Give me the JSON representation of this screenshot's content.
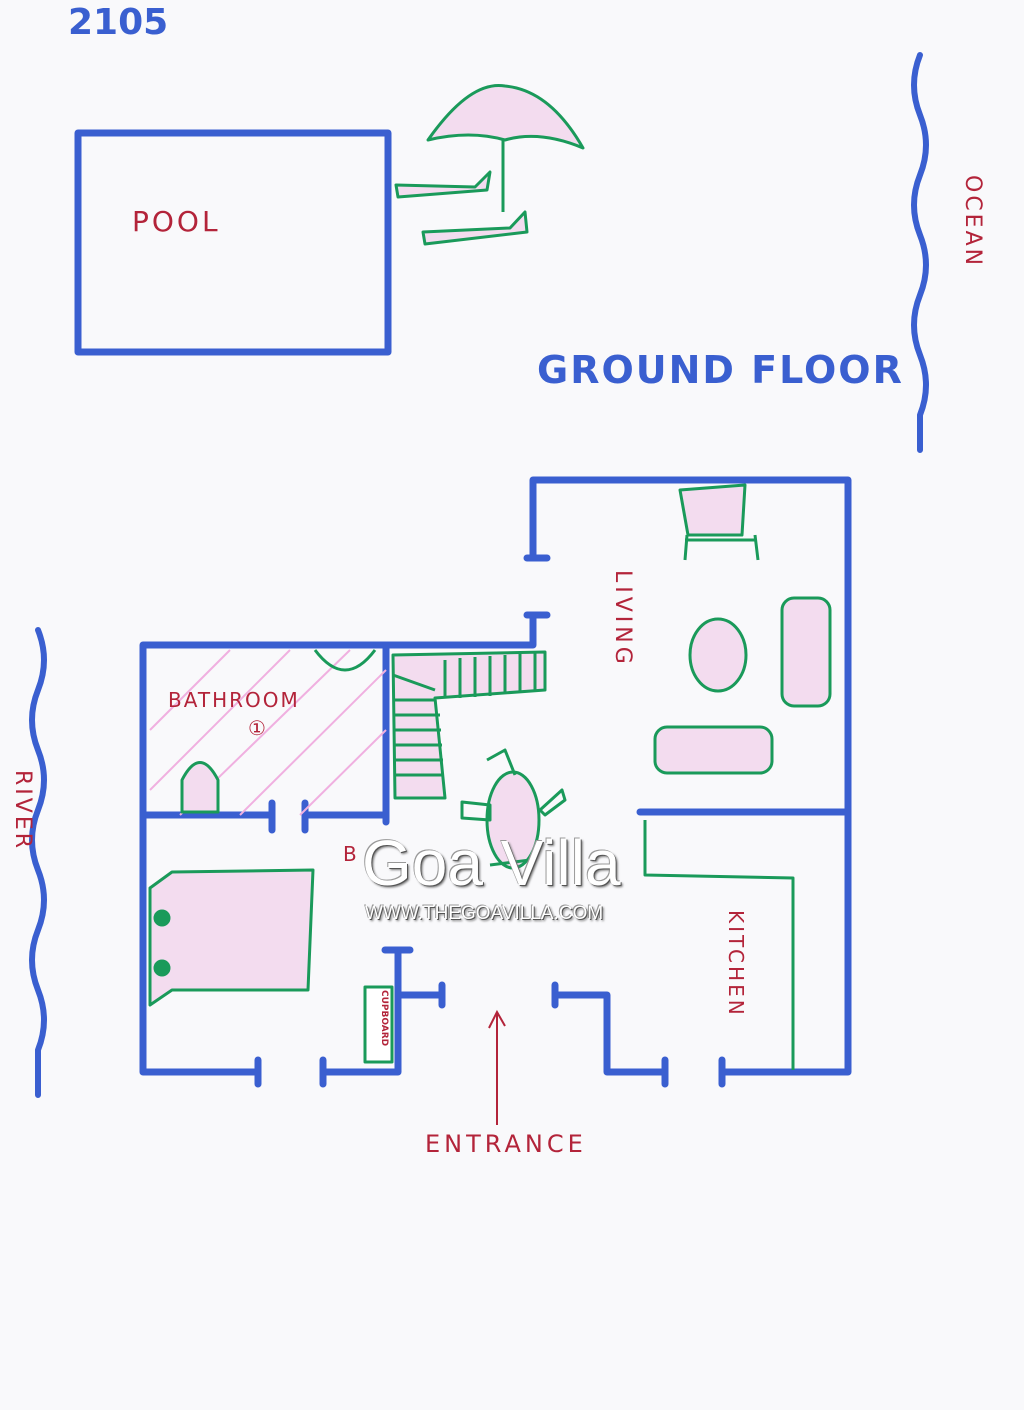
{
  "page_number": "2105",
  "title": "GROUND FLOOR",
  "labels": {
    "pool": "POOL",
    "ocean": "OCEAN",
    "river": "RIVER",
    "bathroom": "BATHROOM",
    "bathroom_number": "①",
    "bedroom": "B",
    "living": "LIVING",
    "kitchen": "KITCHEN",
    "cupboard": "CUPBOARD",
    "entrance": "ENTRANCE"
  },
  "watermark": {
    "name": "Goa Villa",
    "url": "WWW.THEGOAVILLA.COM"
  },
  "colors": {
    "wall": "#3a5fd0",
    "furniture": "#1a9a5a",
    "text": "#b3243a",
    "fill": "#f3dcef"
  }
}
